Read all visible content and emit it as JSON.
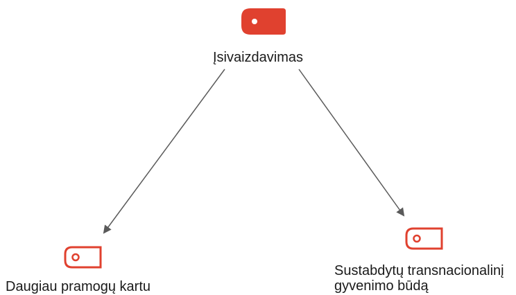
{
  "diagram": {
    "root": {
      "label": "Įsivaizdavimas",
      "icon": "tag-icon",
      "color": "#E0412F"
    },
    "children": [
      {
        "label": "Daugiau pramogų kartu",
        "icon": "tag-icon",
        "color": "#E0412F"
      },
      {
        "label": "Sustabdytų transnacionalinį\ngyvenimo būdą",
        "icon": "tag-icon",
        "color": "#E0412F"
      }
    ],
    "connector_color": "#5a5a5a"
  }
}
